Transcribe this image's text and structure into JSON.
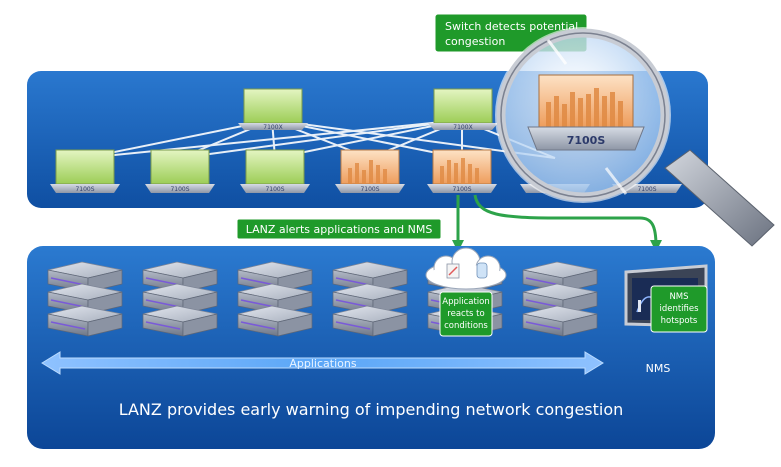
{
  "callouts": {
    "detect": [
      "Switch detects potential",
      "congestion"
    ],
    "alerts": "LANZ alerts applications and NMS",
    "app": [
      "Application",
      "reacts to",
      "conditions"
    ],
    "nms": [
      "NMS",
      "identifies",
      "hotspots"
    ]
  },
  "labels": {
    "applications": "Applications",
    "nms": "NMS",
    "caption": "LANZ provides early warning of impending network congestion",
    "magnified_switch": "7100S",
    "spine_switch": "7100X",
    "leaf_switch": "7100S"
  },
  "colors": {
    "panel": "#1560b8",
    "callout_green": "#1f9a2a",
    "healthy_screen": "#b9e07a",
    "congested_screen": "#f3b27a",
    "arrow_green": "#2da34a"
  },
  "icons": {
    "switch": "switch-icon",
    "server": "server-icon",
    "cloud": "cloud-icon",
    "monitor": "monitor-icon",
    "magnifier": "magnifying-glass-icon"
  }
}
